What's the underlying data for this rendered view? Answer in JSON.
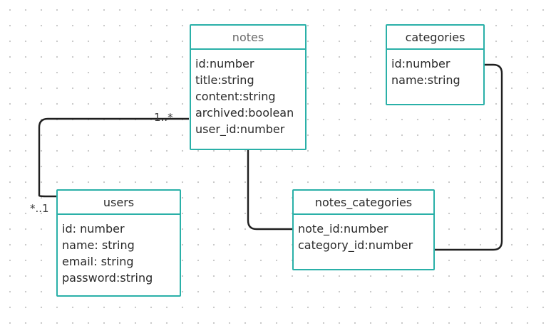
{
  "entities": {
    "notes": {
      "title": "notes",
      "fields": [
        "id:number",
        "title:string",
        "content:string",
        "archived:boolean",
        "user_id:number"
      ]
    },
    "categories": {
      "title": "categories",
      "fields": [
        "id:number",
        "name:string"
      ]
    },
    "users": {
      "title": "users",
      "fields": [
        "id: number",
        "name: string",
        "email: string",
        "password:string"
      ]
    },
    "notes_categories": {
      "title": "notes_categories",
      "fields": [
        "note_id:number",
        "category_id:number"
      ]
    }
  },
  "relations": {
    "notes_users": {
      "notes_end": "1..*",
      "users_end": "*..1"
    }
  },
  "colors": {
    "entity_border": "#2ab0a8",
    "connector": "#1f1f1f",
    "canvas_dots": "#c7c7c7"
  }
}
